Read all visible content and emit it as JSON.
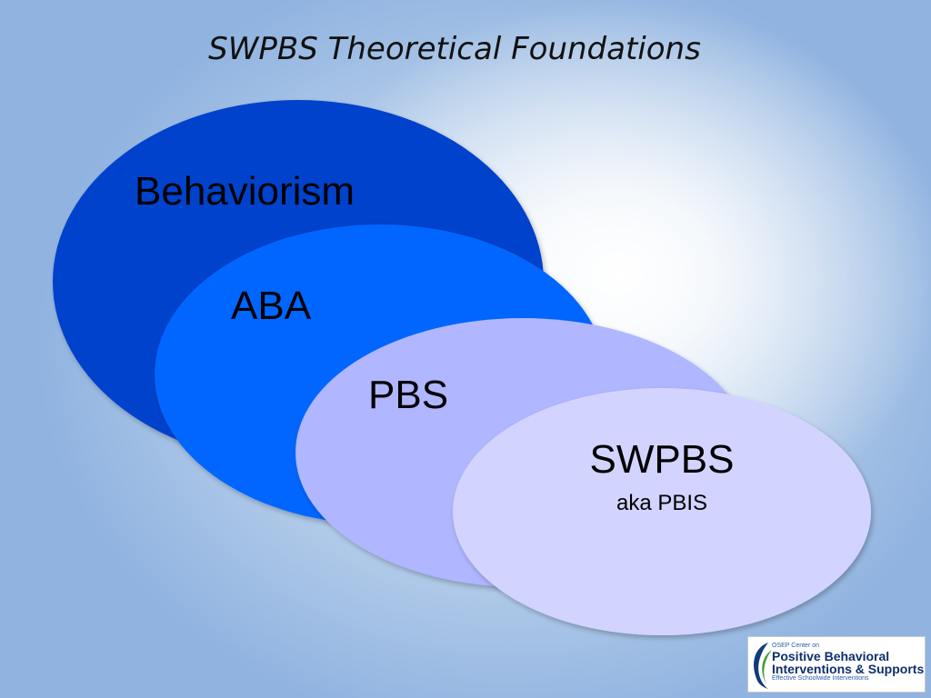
{
  "slide": {
    "title": "SWPBS Theoretical Foundations"
  },
  "diagram": {
    "ellipses": [
      {
        "label": "Behaviorism",
        "color": "#0342cc"
      },
      {
        "label": "ABA",
        "color": "#0066ff"
      },
      {
        "label": "PBS",
        "color": "#b0b6ff"
      },
      {
        "label": "SWPBS",
        "sublabel": "aka PBIS",
        "color": "#d2d4ff"
      }
    ]
  },
  "logo": {
    "line1": "OSEP Center on",
    "line2": "Positive Behavioral",
    "line3": "Interventions & Supports",
    "line4": "Effective Schoolwide Interventions",
    "colors": {
      "blue": "#123a7a",
      "green": "#3e9b3a"
    }
  }
}
